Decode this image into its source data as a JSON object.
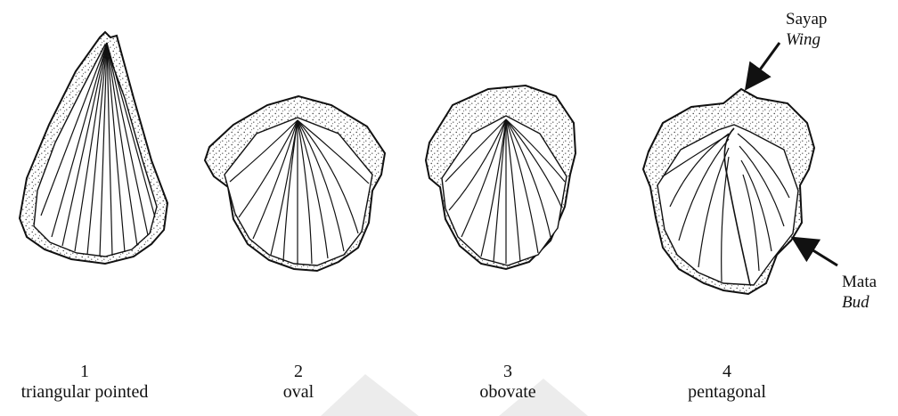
{
  "specimens": [
    {
      "number": "1",
      "shape": "triangular pointed"
    },
    {
      "number": "2",
      "shape": "oval"
    },
    {
      "number": "3",
      "shape": "obovate"
    },
    {
      "number": "4",
      "shape": "pentagonal"
    }
  ],
  "annotations": {
    "wing": {
      "local": "Sayap",
      "english": "Wing"
    },
    "bud": {
      "local": "Mata",
      "english": "Bud"
    }
  },
  "colors": {
    "ink": "#111111",
    "stipple": "#333333",
    "watermark": "#e6e6e6"
  }
}
